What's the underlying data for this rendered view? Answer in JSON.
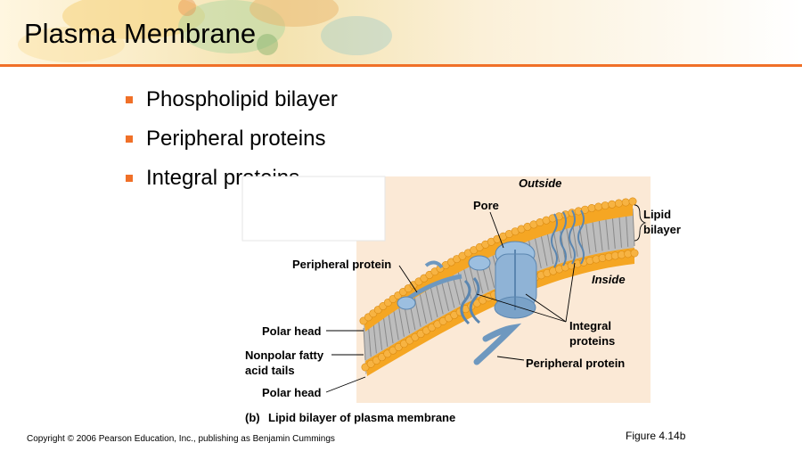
{
  "slide": {
    "title": "Plasma Membrane",
    "bullets": [
      "Phospholipid bilayer",
      "Peripheral proteins",
      "Integral proteins"
    ],
    "accent_color": "#f07028"
  },
  "figure": {
    "labels": {
      "outside": "Outside",
      "inside": "Inside",
      "pore": "Pore",
      "lipid_bilayer_1": "Lipid",
      "lipid_bilayer_2": "bilayer",
      "peripheral_protein_top": "Peripheral protein",
      "peripheral_protein_bottom": "Peripheral protein",
      "polar_head_top": "Polar head",
      "polar_head_bottom": "Polar head",
      "nonpolar_1": "Nonpolar fatty",
      "nonpolar_2": "acid tails",
      "integral_1": "Integral",
      "integral_2": "proteins"
    },
    "caption_letter": "(b)",
    "caption_text": "Lipid bilayer of plasma membrane",
    "colors": {
      "heads": "#f5a623",
      "tails": "#9a9a9a",
      "protein": "#8fb3d6",
      "background": "#fbe9d6"
    }
  },
  "footer": {
    "copyright": "Copyright © 2006 Pearson Education, Inc., publishing as Benjamin Cummings",
    "figure_number": "Figure 4.14b"
  }
}
